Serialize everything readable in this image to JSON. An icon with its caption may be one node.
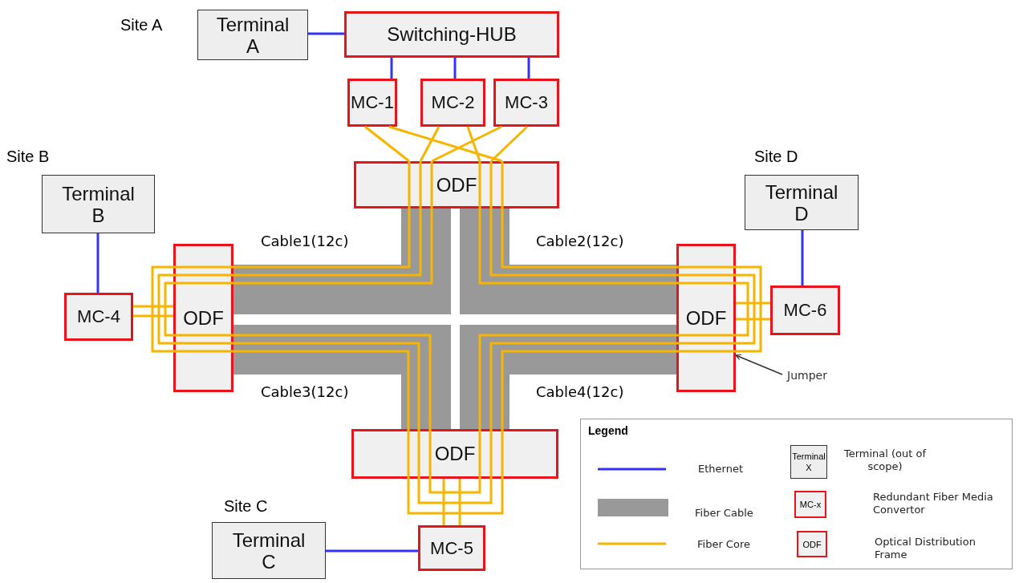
{
  "diagram": {
    "nodes": [
      {
        "text": [
          "Terminal A"
        ],
        "beside": [
          "Site A"
        ]
      },
      {
        "text": [
          "Switching-HUB"
        ]
      },
      {
        "text": [
          "MC-1"
        ]
      },
      {
        "text": [
          "MC-2"
        ]
      },
      {
        "text": [
          "MC-3"
        ]
      },
      {
        "text": [
          "ODF"
        ]
      },
      {
        "text": [
          "Terminal B"
        ],
        "beside": [
          "Site B"
        ]
      },
      {
        "text": [
          "MC-4"
        ]
      },
      {
        "text": [
          "ODF"
        ]
      },
      {
        "text": [
          "Terminal D"
        ],
        "beside": [
          "Site D"
        ]
      },
      {
        "text": [
          "ODF"
        ]
      },
      {
        "text": [
          "MC-6"
        ]
      },
      {
        "text": [
          "ODF"
        ]
      },
      {
        "text": [
          "Terminal C"
        ],
        "beside": [
          "Site C"
        ]
      },
      {
        "text": [
          "MC-5"
        ]
      },
      {
        "text": [
          "Jumper"
        ]
      }
    ],
    "edges": [
      {
        "from": 0,
        "to": 1,
        "arrow": "none",
        "color": "#3333ff"
      },
      {
        "from": 1,
        "to": 2,
        "arrow": "none",
        "color": "#3333ff"
      },
      {
        "from": 1,
        "to": 3,
        "arrow": "none",
        "color": "#3333ff"
      },
      {
        "from": 1,
        "to": 4,
        "arrow": "none",
        "color": "#3333ff"
      },
      {
        "from": 6,
        "to": 7,
        "arrow": "none",
        "color": "#3333ff"
      },
      {
        "from": 9,
        "to": 11,
        "arrow": "none",
        "color": "#3333ff"
      },
      {
        "from": 13,
        "to": 14,
        "arrow": "none",
        "color": "#3333ff"
      },
      {
        "from": 5,
        "to": 8,
        "arrow": "none",
        "style": "thick",
        "color": "#999999"
      },
      {
        "from": 5,
        "to": 10,
        "arrow": "none",
        "style": "thick",
        "color": "#999999"
      },
      {
        "from": 8,
        "to": 12,
        "arrow": "none",
        "style": "thick",
        "color": "#999999"
      },
      {
        "from": 10,
        "to": 12,
        "arrow": "none",
        "style": "thick",
        "color": "#999999"
      },
      {
        "from": 2,
        "to": 5,
        "arrow": "none"
      },
      {
        "from": 2,
        "to": 5,
        "arrow": "none"
      },
      {
        "from": 3,
        "to": 5,
        "arrow": "none"
      },
      {
        "from": 3,
        "to": 5,
        "arrow": "none"
      },
      {
        "from": 4,
        "to": 5,
        "arrow": "none"
      },
      {
        "from": 4,
        "to": 5,
        "arrow": "none"
      },
      {
        "from": 5,
        "to": 8,
        "arrow": "none"
      },
      {
        "from": 5,
        "to": 8,
        "arrow": "none"
      },
      {
        "from": 5,
        "to": 8,
        "arrow": "none"
      },
      {
        "from": 5,
        "to": 10,
        "arrow": "none"
      },
      {
        "from": 5,
        "to": 10,
        "arrow": "none"
      },
      {
        "from": 5,
        "to": 10,
        "arrow": "none"
      },
      {
        "from": 8,
        "to": 12,
        "arrow": "none"
      },
      {
        "from": 8,
        "to": 12,
        "arrow": "none"
      },
      {
        "from": 8,
        "to": 12,
        "arrow": "none"
      },
      {
        "from": 10,
        "to": 12,
        "arrow": "none"
      },
      {
        "from": 10,
        "to": 12,
        "arrow": "none"
      },
      {
        "from": 10,
        "to": 12,
        "arrow": "none"
      },
      {
        "from": 7,
        "to": 8,
        "arrow": "none"
      },
      {
        "from": 7,
        "to": 8,
        "arrow": "none"
      },
      {
        "from": 11,
        "to": 10,
        "arrow": "none"
      },
      {
        "from": 11,
        "to": 10,
        "arrow": "none"
      },
      {
        "from": 14,
        "to": 12,
        "arrow": "none"
      },
      {
        "from": 14,
        "to": 12,
        "arrow": "none"
      },
      {
        "from": 15,
        "to": 10,
        "arrow": "to",
        "color": "#333333"
      }
    ],
    "labels": [
      "Cable1(12c)",
      "Cable2(12c)",
      "Cable3(12c)",
      "Cable4(12c)",
      "Legend",
      "Terminal X",
      "MC-x",
      "ODF"
    ],
    "legend": [
      {
        "text": "Ethernet"
      },
      {
        "text": "Terminal (out of scope)"
      },
      {
        "text": "Fiber Cable",
        "color": "#999999"
      },
      {
        "text": "Redundant Fiber Media Convertor"
      },
      {
        "text": "Fiber Core"
      },
      {
        "text": "Optical Distribution Frame"
      }
    ]
  }
}
